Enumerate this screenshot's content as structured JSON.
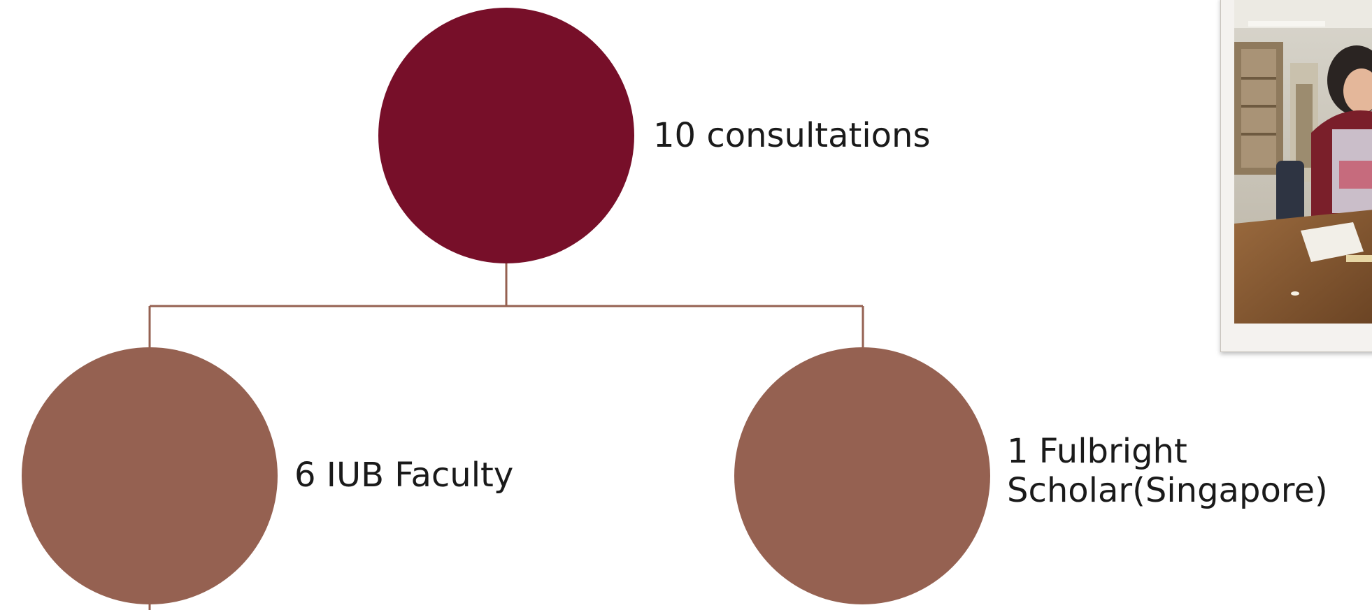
{
  "nodes": {
    "root": {
      "label": "10 consultations",
      "color": "#770f29"
    },
    "left": {
      "label": "6 IUB Faculty",
      "color": "#956151"
    },
    "right": {
      "label_line1": "1 Fulbright",
      "label_line2": "Scholar(Singapore)",
      "color": "#956151"
    }
  },
  "connector_color": "#956151",
  "photo": {
    "icon": "photo-consultation-image"
  }
}
